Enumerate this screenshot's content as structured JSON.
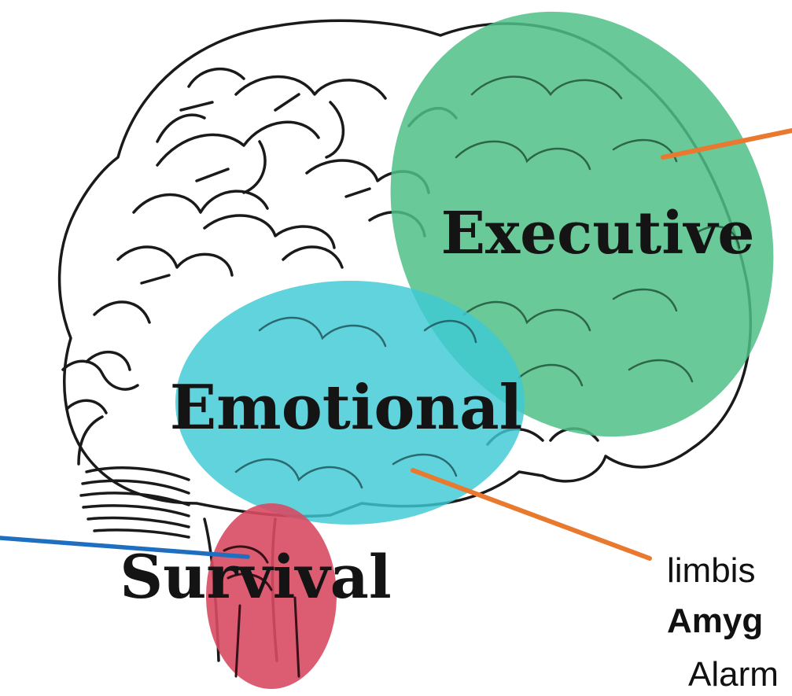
{
  "regions": {
    "executive": {
      "label": "Executive",
      "color": "#4fbf86"
    },
    "emotional": {
      "label": "Emotional",
      "color": "#3ec9d4"
    },
    "survival": {
      "label": "Survival",
      "color": "#d84a63"
    }
  },
  "callouts": {
    "limbic_line": "limbis",
    "amygdala_line": "Amyg",
    "alarm_line": "Alarm"
  },
  "colors": {
    "executive_pointer": "#e8792e",
    "emotional_pointer": "#e8792e",
    "survival_pointer": "#1f6fc1",
    "brain_outline": "#1a1a1a"
  }
}
